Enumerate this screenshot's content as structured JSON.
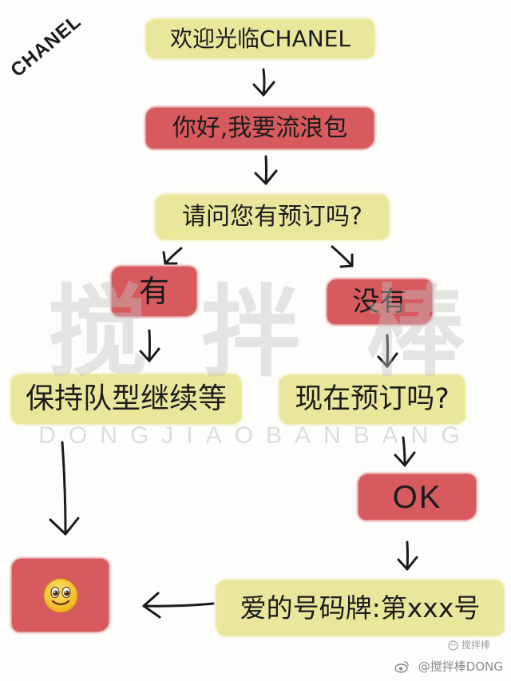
{
  "corner_logo": "CHANEL",
  "flow": {
    "welcome": "欢迎光临CHANEL",
    "greeting": "你好,我要流浪包",
    "question": "请问您有预订吗?",
    "yes": "有",
    "no": "没有",
    "keep_waiting": "保持队型继续等",
    "book_now": "现在预订吗?",
    "ok": "OK",
    "happy_end_icon": "smiley-face-icon",
    "number_card": "爱的号码牌:第xxx号"
  },
  "watermark": {
    "chars": [
      "搅",
      "拌",
      "棒"
    ],
    "latin": "DONGJIAOBANBANG",
    "small_icon": "logo-icon",
    "small_label": "搅拌棒",
    "handle_icon": "weibo-icon",
    "handle": "@搅拌棒DONG"
  },
  "colors": {
    "yellow_marker": "#eae69c",
    "red_marker": "#d65a5e",
    "ink": "#1b1b1b",
    "paper": "#fdfdfb",
    "watermark": "#c4c4c4",
    "handle_grey": "#8a8a8a"
  }
}
